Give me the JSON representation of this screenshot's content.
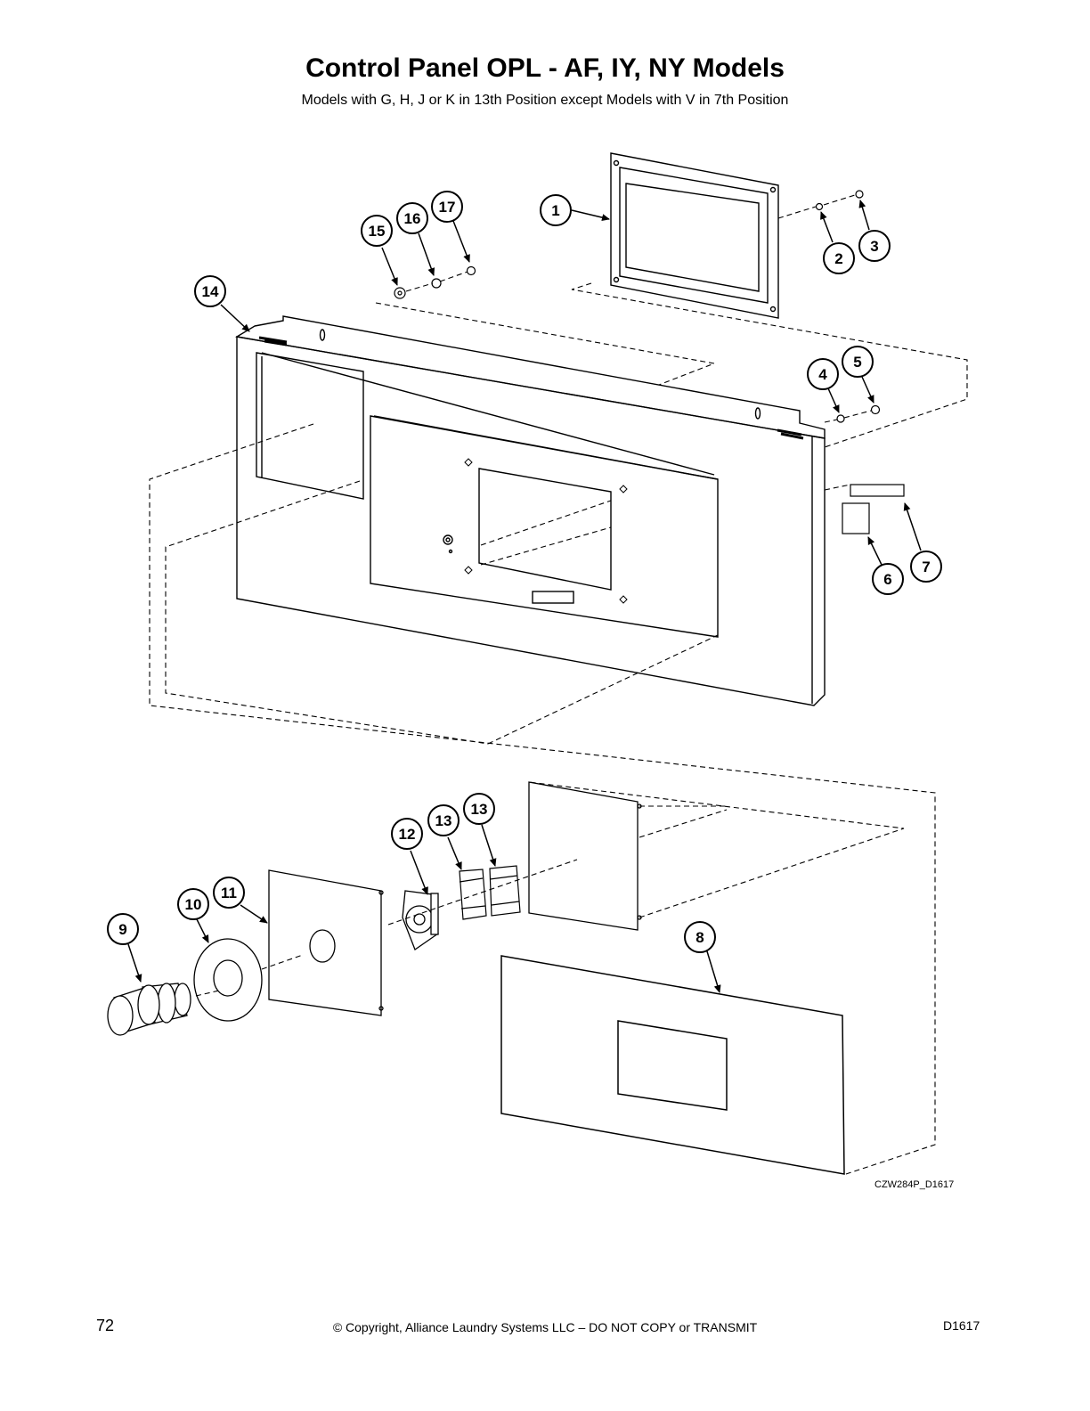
{
  "title": "Control Panel OPL - AF, IY, NY Models",
  "subtitle": "Models with G, H, J or K in 13th Position except Models with V in 7th Position",
  "callouts": [
    "1",
    "2",
    "3",
    "4",
    "5",
    "6",
    "7",
    "8",
    "9",
    "10",
    "11",
    "12",
    "13",
    "13",
    "14",
    "15",
    "16",
    "17"
  ],
  "drawing_code": "CZW284P_D1617",
  "footer": {
    "page_number": "72",
    "copyright": "© Copyright, Alliance Laundry Systems LLC – DO NOT COPY or TRANSMIT",
    "doc_id": "D1617"
  }
}
